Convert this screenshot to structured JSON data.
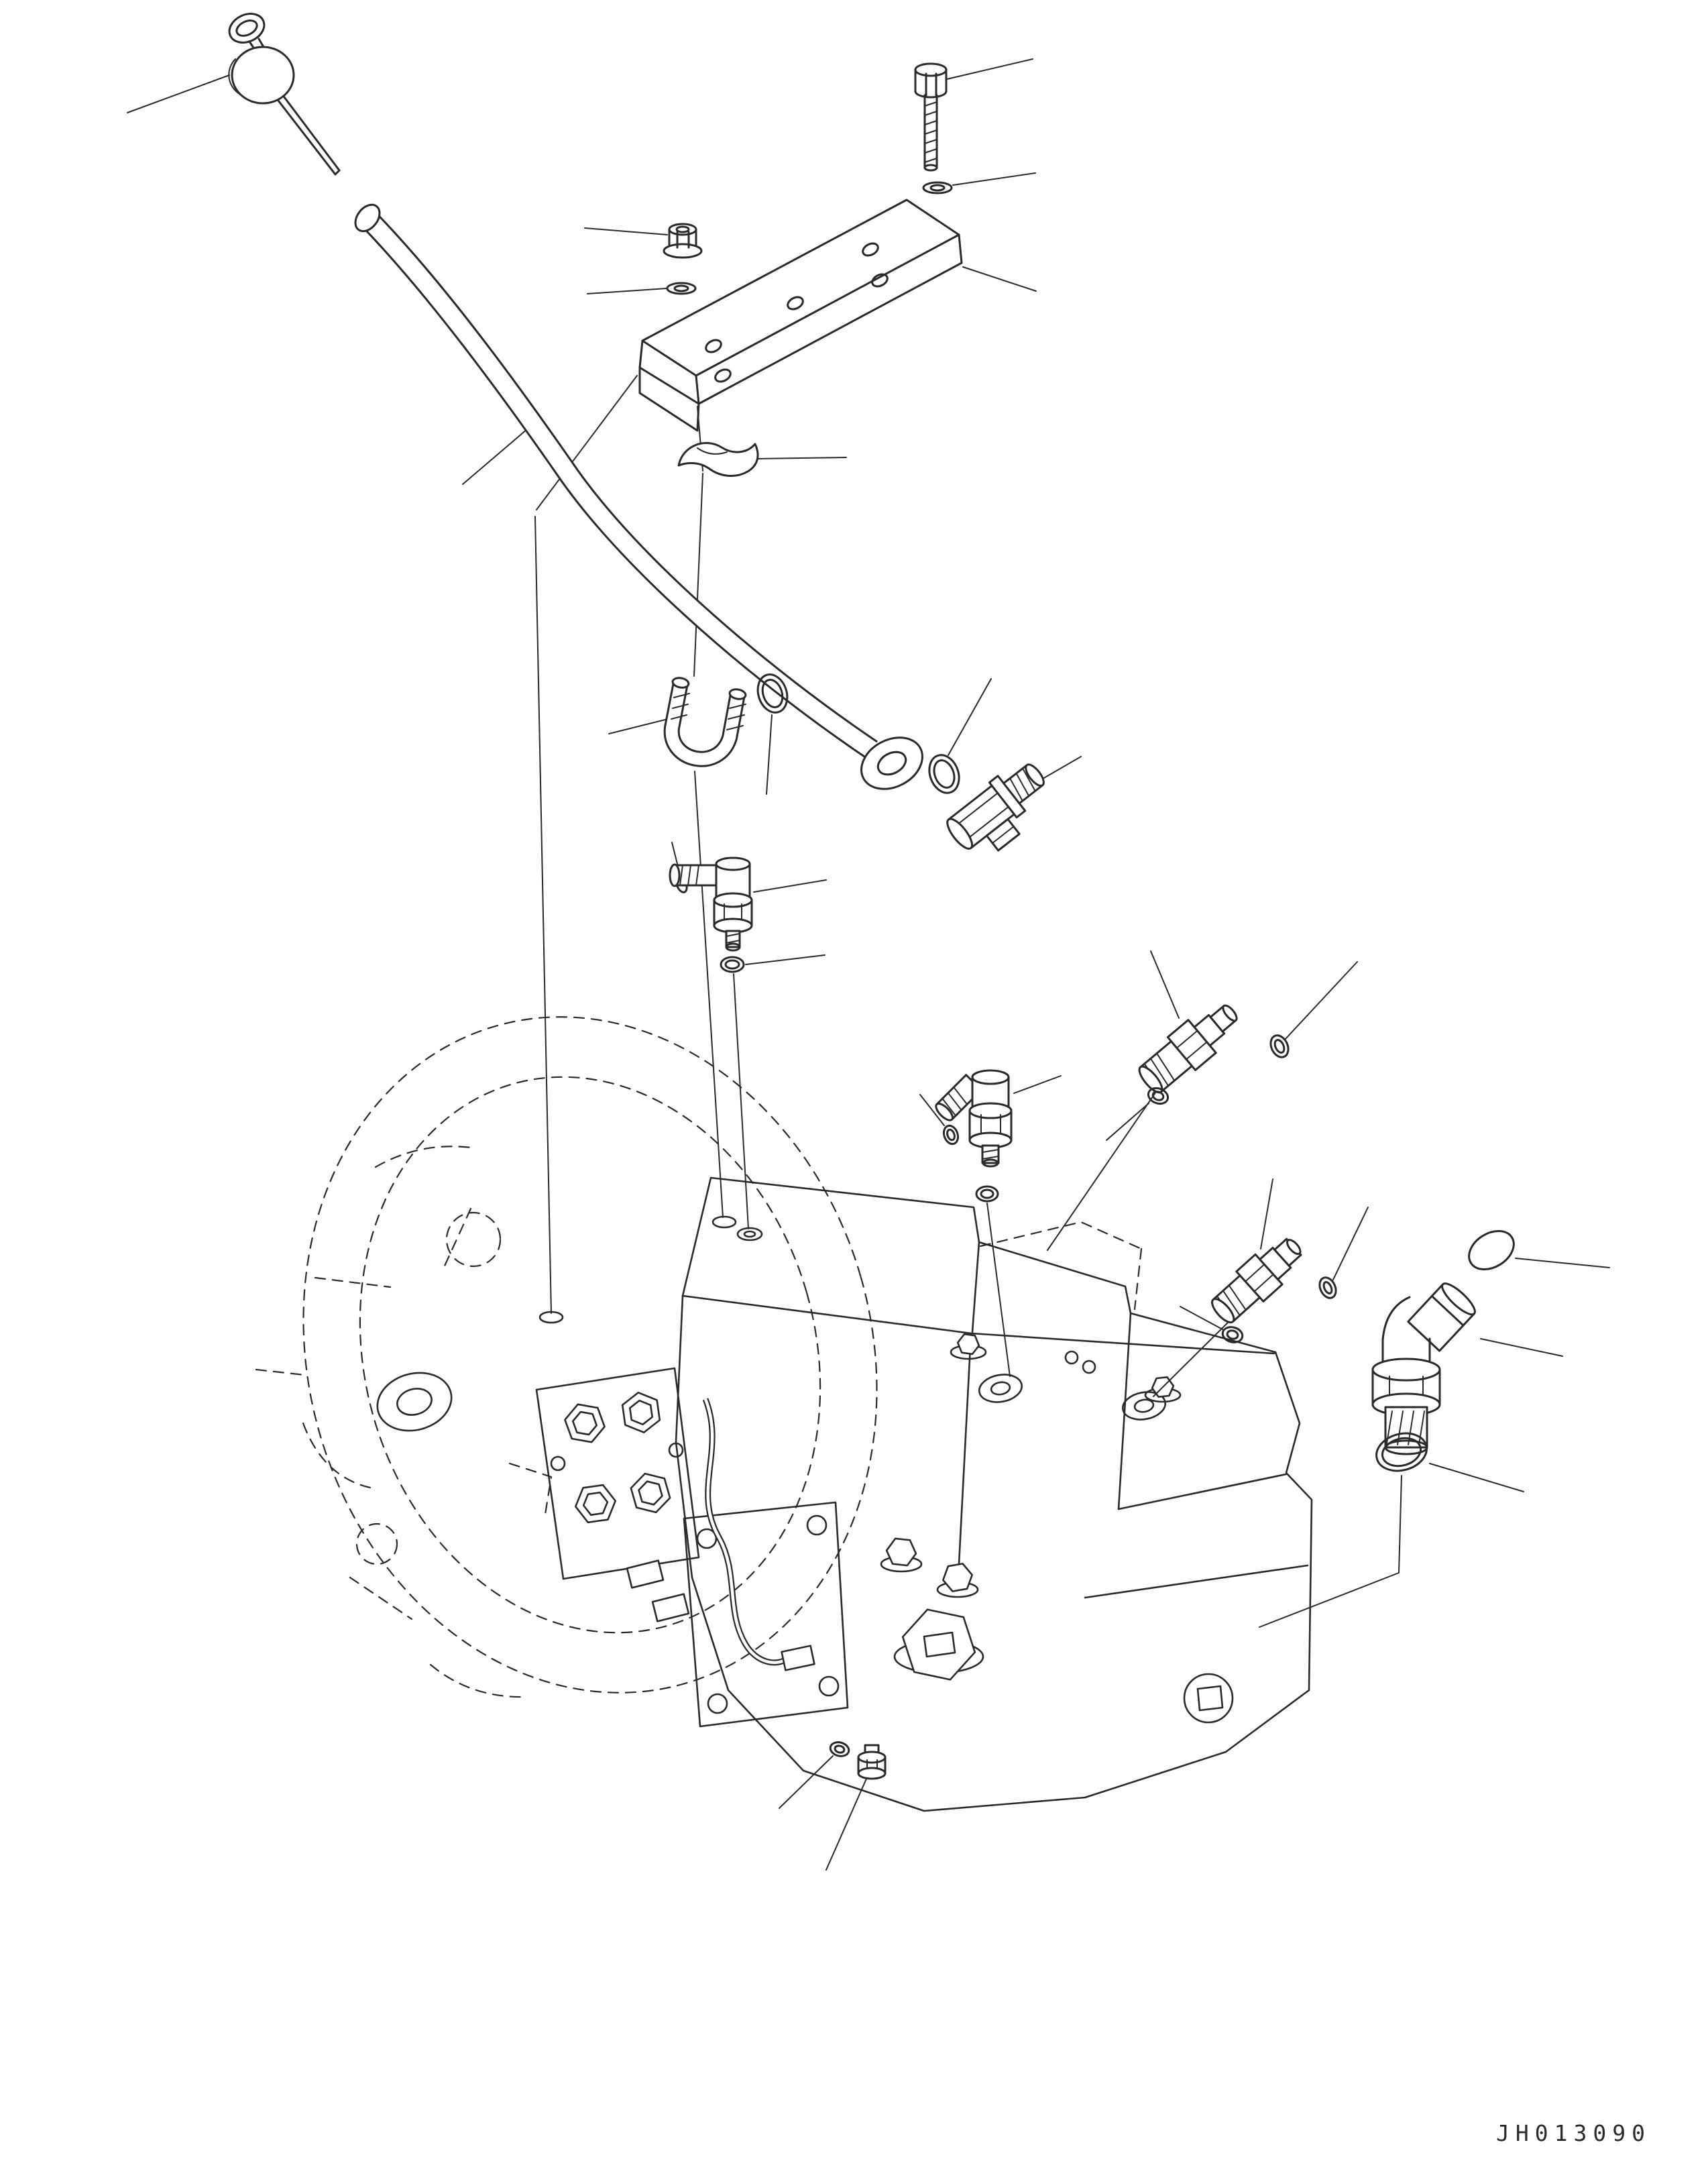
{
  "page": {
    "type": "exploded-parts-diagram",
    "background_color": "#ffffff",
    "line_color": "#2a2a2a"
  },
  "footer": {
    "drawing_code": "JH013090"
  },
  "parts": [
    "cap-plug-with-pull-ring",
    "drain-tube",
    "mounting-bracket",
    "hex-bolt",
    "washer-top",
    "flange-nut",
    "washer-left",
    "tube-clamp",
    "u-bolt-clamp",
    "o-ring-a",
    "o-ring-b",
    "plug-fitting",
    "pin-plug",
    "elbow-fitting-1",
    "o-ring-d",
    "fitting-45-a",
    "o-ring-e",
    "backup-ring-f",
    "elbow-fitting-2",
    "o-ring-g",
    "o-ring-h",
    "fitting-45-b",
    "o-ring-i",
    "backup-ring-j",
    "elbow-fitting-large",
    "plug-cap",
    "o-ring-l",
    "drain-plug",
    "washer-m",
    "hydraulic-pump-assembly"
  ]
}
